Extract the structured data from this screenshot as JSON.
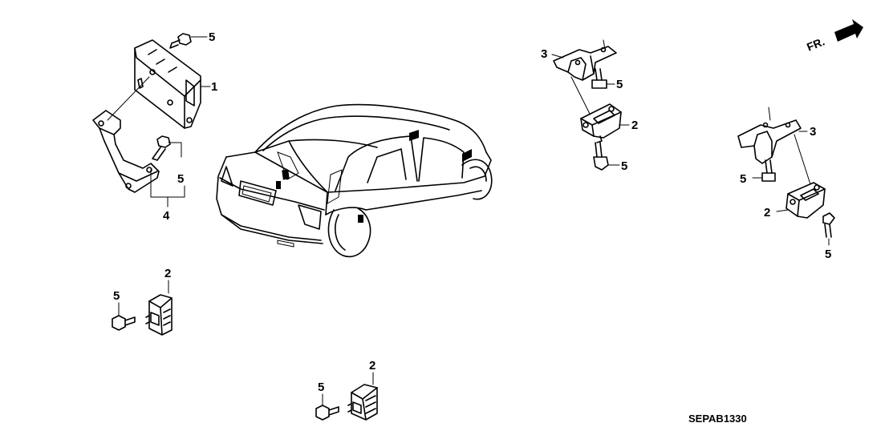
{
  "diagram": {
    "callouts": {
      "unit_1": "1",
      "unit_bolt_5": "5",
      "bracket_bolt_5": "5",
      "bracket_4": "4",
      "sensor_tr_2": "2",
      "sensor_tr_3": "3",
      "sensor_tr_bolt_upper_5": "5",
      "sensor_tr_bolt_lower_5": "5",
      "sensor_r_3": "3",
      "sensor_r_2": "2",
      "sensor_r_bolt_left_5": "5",
      "sensor_r_bolt_right_5": "5",
      "sensor_bl_2": "2",
      "sensor_bl_bolt_5": "5",
      "sensor_bc_2": "2",
      "sensor_bc_bolt_5": "5"
    },
    "direction_label": "FR.",
    "diagram_code": "SEPAB1330"
  }
}
